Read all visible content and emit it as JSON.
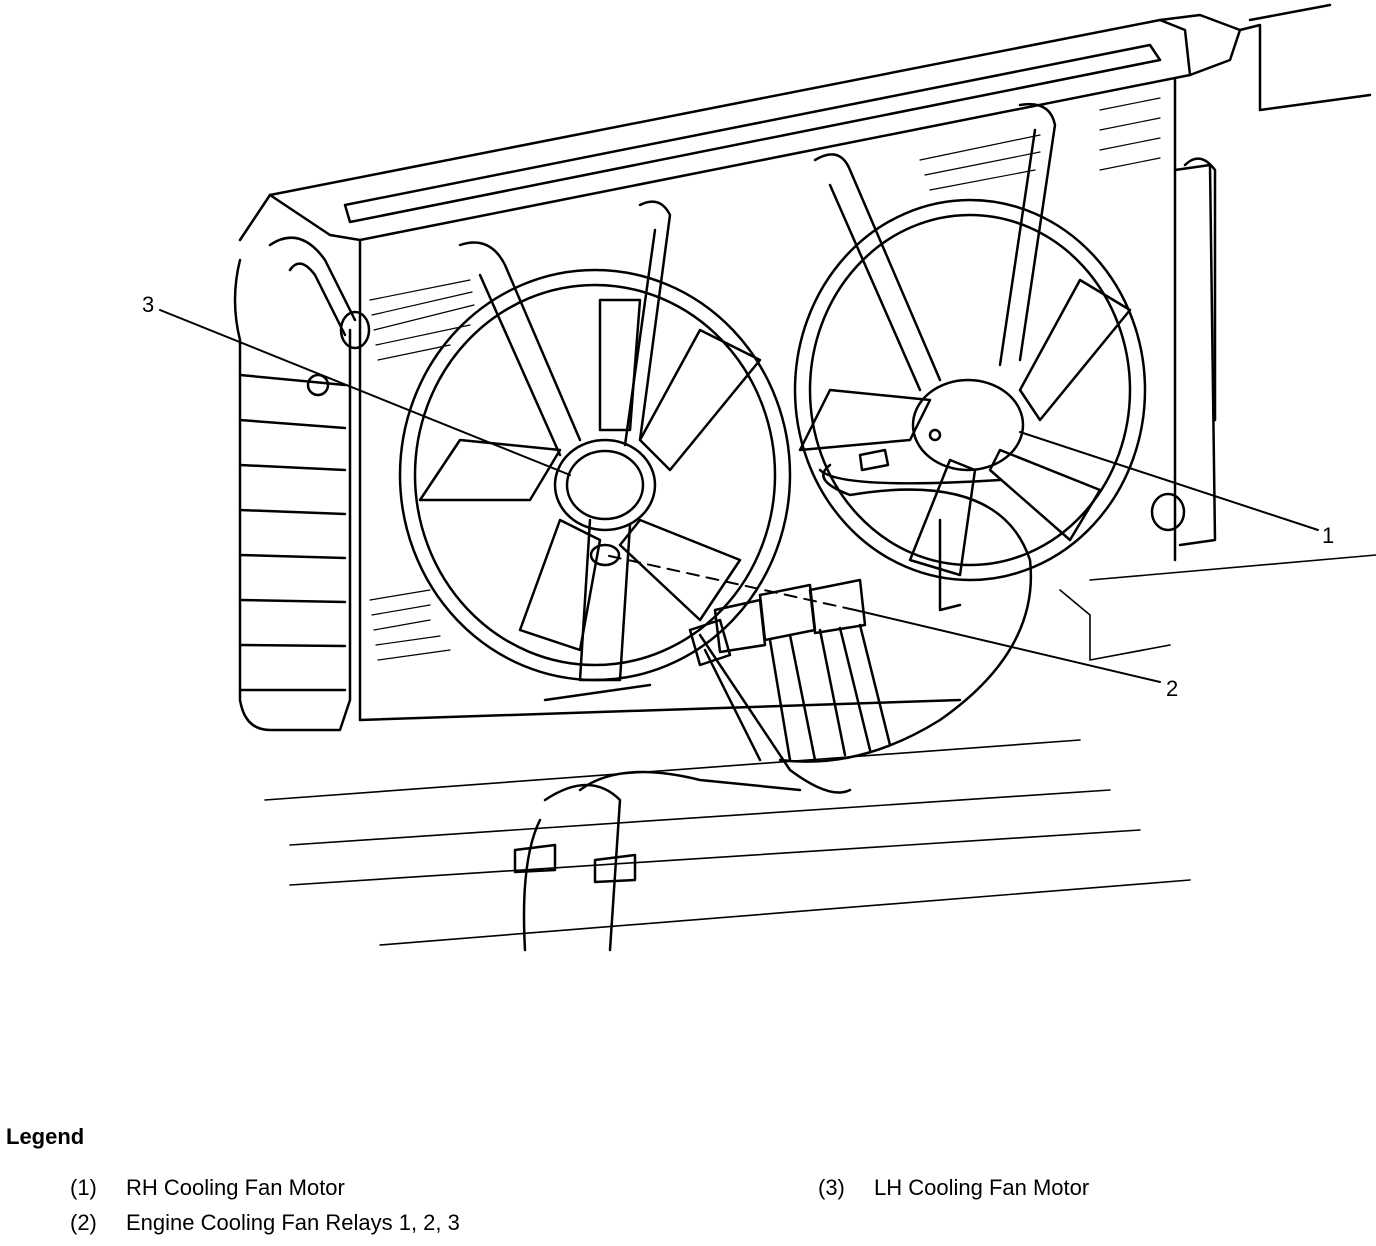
{
  "callouts": {
    "c1": "1",
    "c2": "2",
    "c3": "3"
  },
  "legend": {
    "title": "Legend",
    "items": [
      {
        "num": "(1)",
        "label": "RH Cooling Fan Motor"
      },
      {
        "num": "(2)",
        "label": "Engine Cooling Fan Relays 1, 2, 3"
      },
      {
        "num": "(3)",
        "label": "LH Cooling Fan Motor"
      }
    ]
  }
}
